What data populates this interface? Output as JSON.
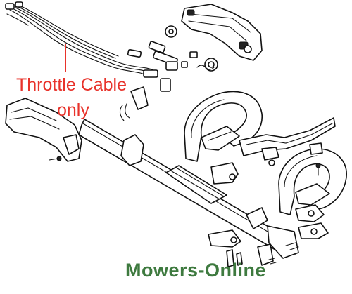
{
  "callout": {
    "line1": "Throttle Cable",
    "line2": "only",
    "color": "#e8332b"
  },
  "watermark": {
    "text": "Mowers-Online",
    "color": "#3e7a3f"
  },
  "colors": {
    "line_art": "#111111",
    "background": "#ffffff"
  }
}
